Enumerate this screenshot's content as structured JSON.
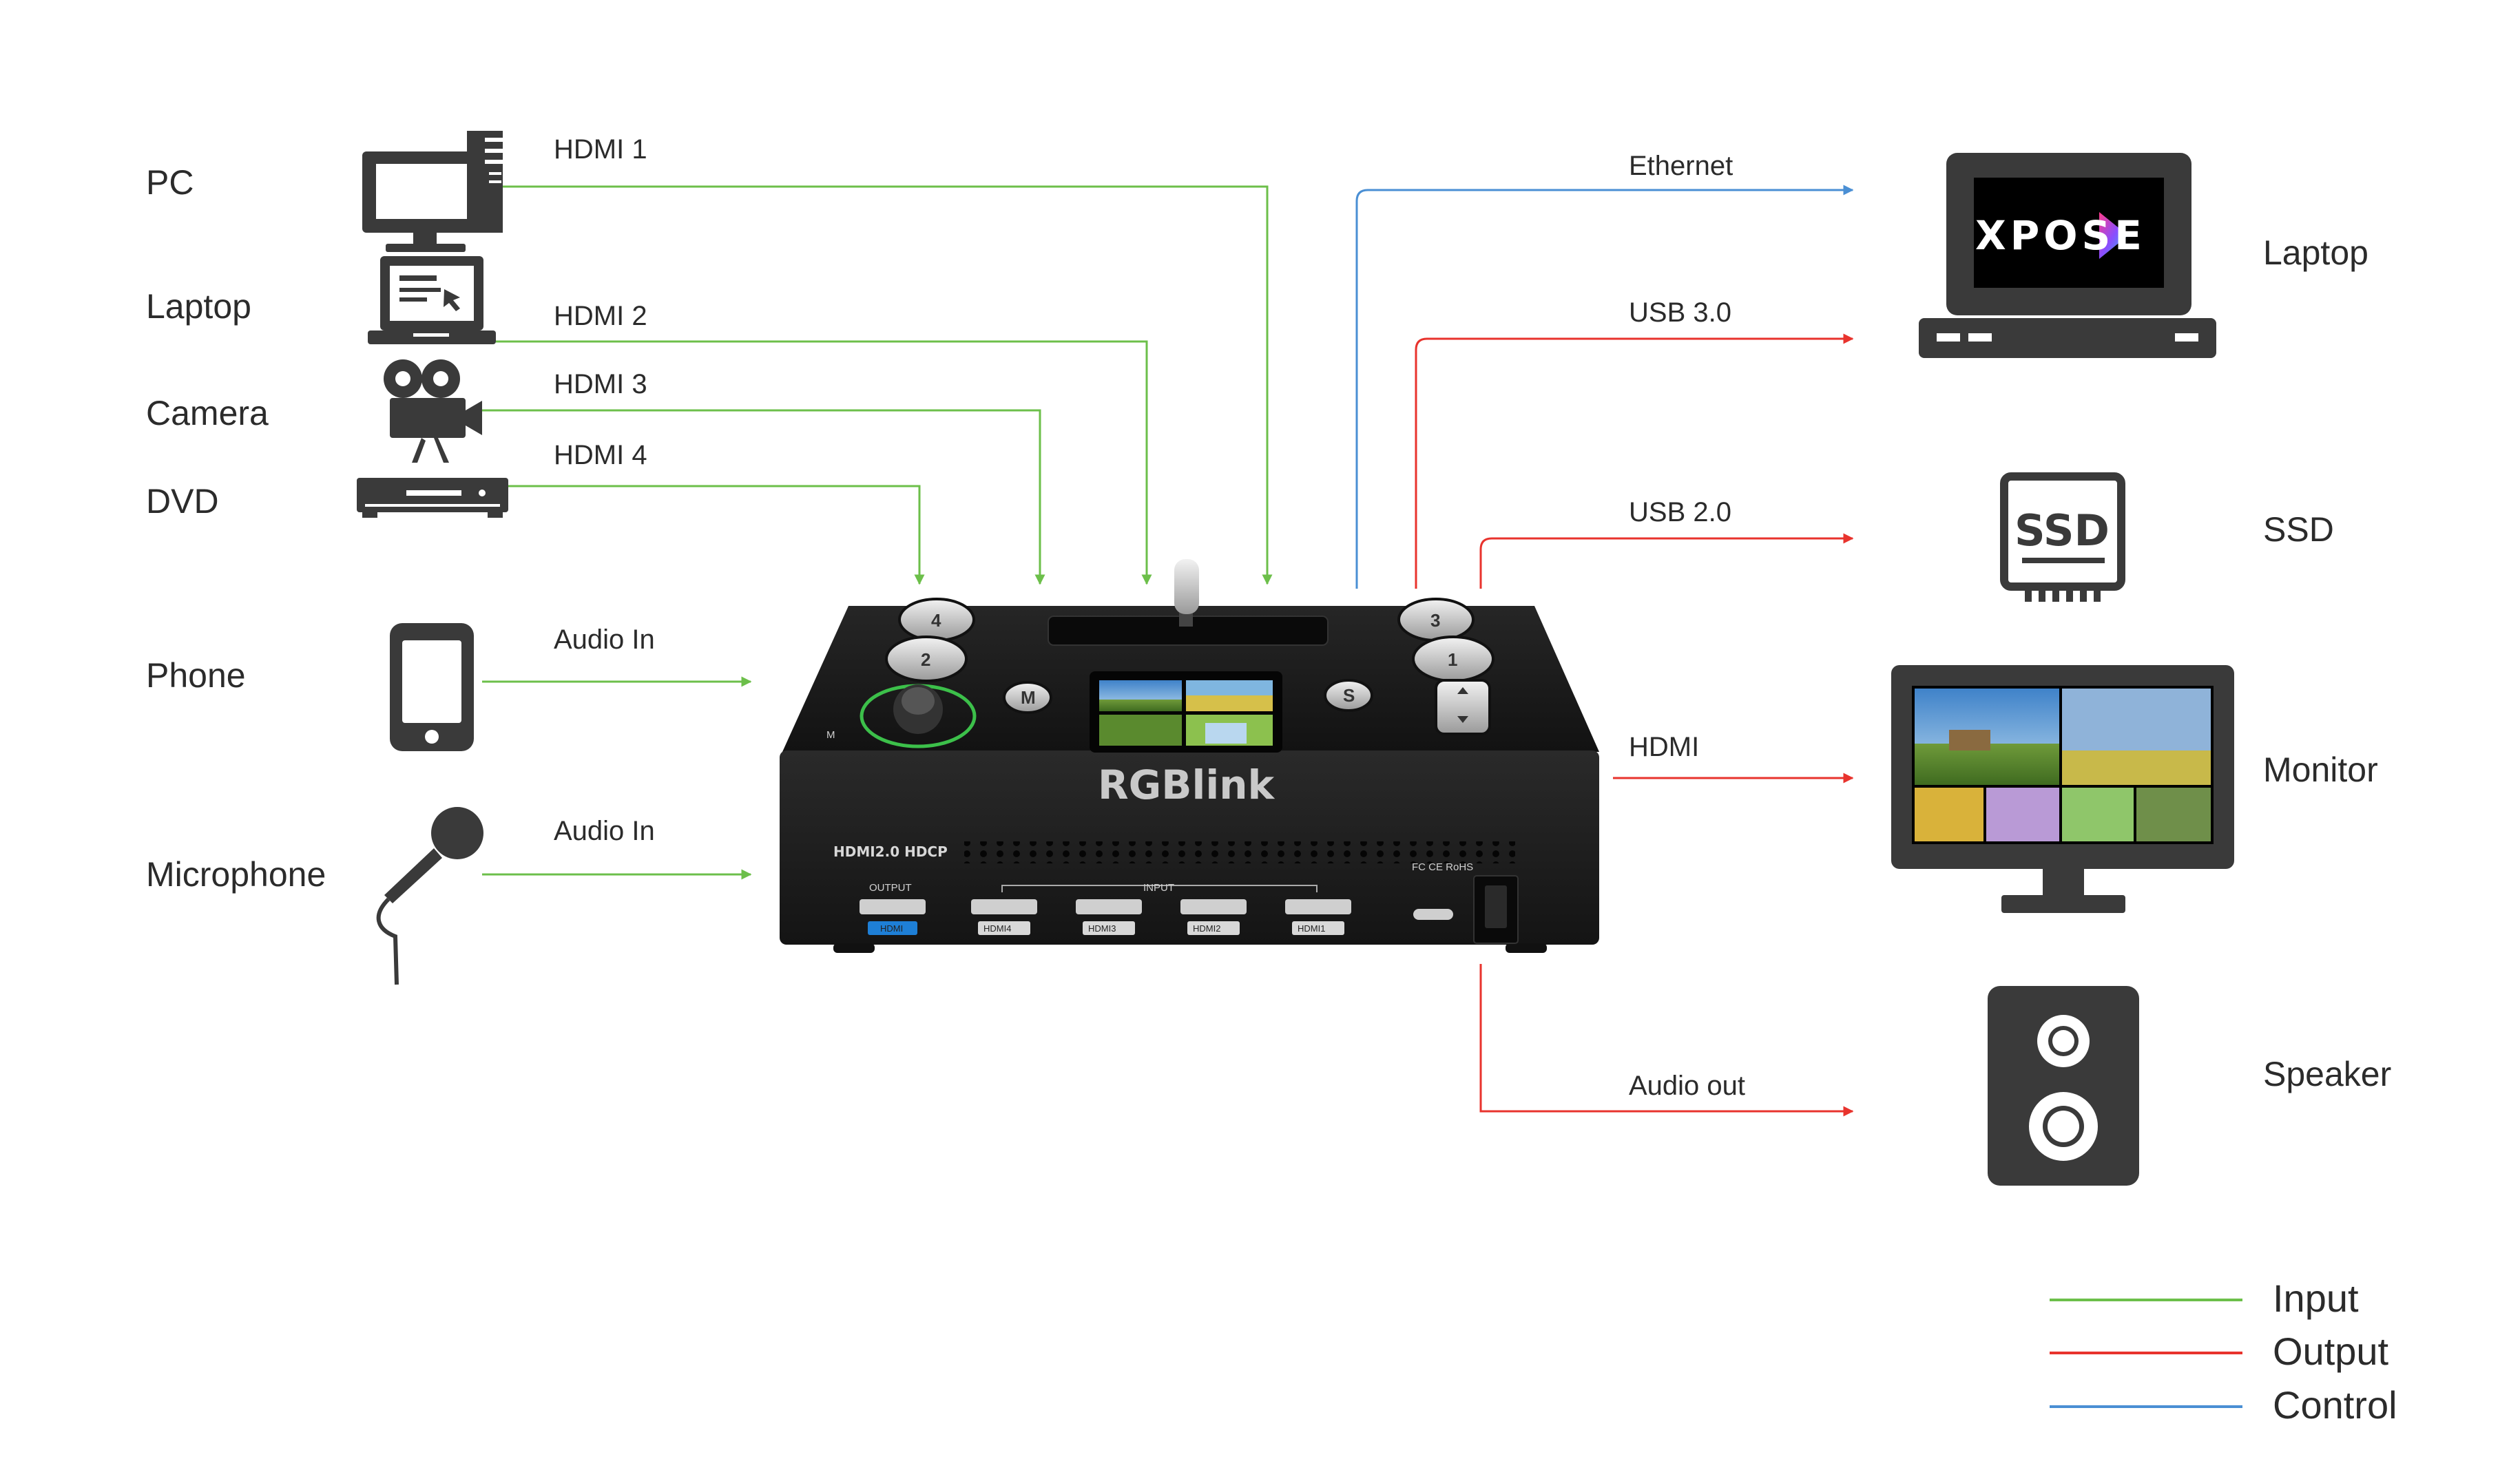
{
  "inputs": {
    "pc": "PC",
    "laptop": "Laptop",
    "camera": "Camera",
    "dvd": "DVD",
    "phone": "Phone",
    "microphone": "Microphone"
  },
  "input_connections": {
    "hdmi1": "HDMI 1",
    "hdmi2": "HDMI 2",
    "hdmi3": "HDMI 3",
    "hdmi4": "HDMI 4",
    "audio_in_phone": "Audio In",
    "audio_in_mic": "Audio In"
  },
  "output_connections": {
    "ethernet": "Ethernet",
    "usb30": "USB 3.0",
    "usb20": "USB 2.0",
    "hdmi": "HDMI",
    "audio_out": "Audio out"
  },
  "outputs": {
    "laptop": "Laptop",
    "ssd": "SSD",
    "monitor": "Monitor",
    "speaker": "Speaker"
  },
  "device": {
    "brand": "RGBlink",
    "spec": "HDMI2.0  HDCP",
    "certs": "FC CE RoHS",
    "output_group": "OUTPUT",
    "input_group": "INPUT",
    "port_out": "HDMI",
    "port_in4": "HDMI4",
    "port_in3": "HDMI3",
    "port_in2": "HDMI2",
    "port_in1": "HDMI1",
    "key_1": "1",
    "key_2": "2",
    "key_3": "3",
    "key_4": "4",
    "key_m": "M",
    "key_s": "S"
  },
  "laptop_screen_logo": "XPOSE",
  "ssd_label": "SSD",
  "legend": {
    "input": "Input",
    "output": "Output",
    "control": "Control"
  },
  "colors": {
    "input": "#6cbf4a",
    "output": "#e8332d",
    "control": "#4a8fd4",
    "icon": "#3a3a3a",
    "device": "#1c1c1c"
  }
}
